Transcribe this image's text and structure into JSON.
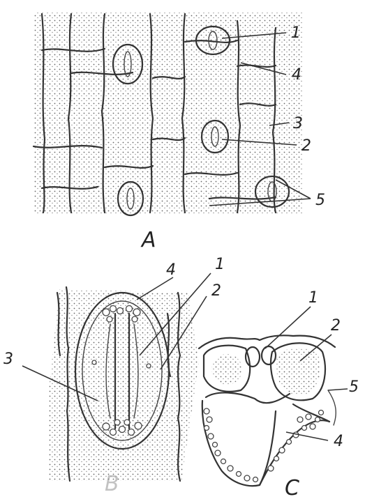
{
  "panels": {
    "A": {
      "title": "A",
      "labels": [
        "1",
        "4",
        "3",
        "2",
        "5"
      ]
    },
    "B": {
      "title": "B",
      "labels": [
        "4",
        "1",
        "2",
        "3"
      ]
    },
    "C": {
      "title": "C",
      "labels": [
        "1",
        "2",
        "5",
        "4"
      ]
    }
  }
}
